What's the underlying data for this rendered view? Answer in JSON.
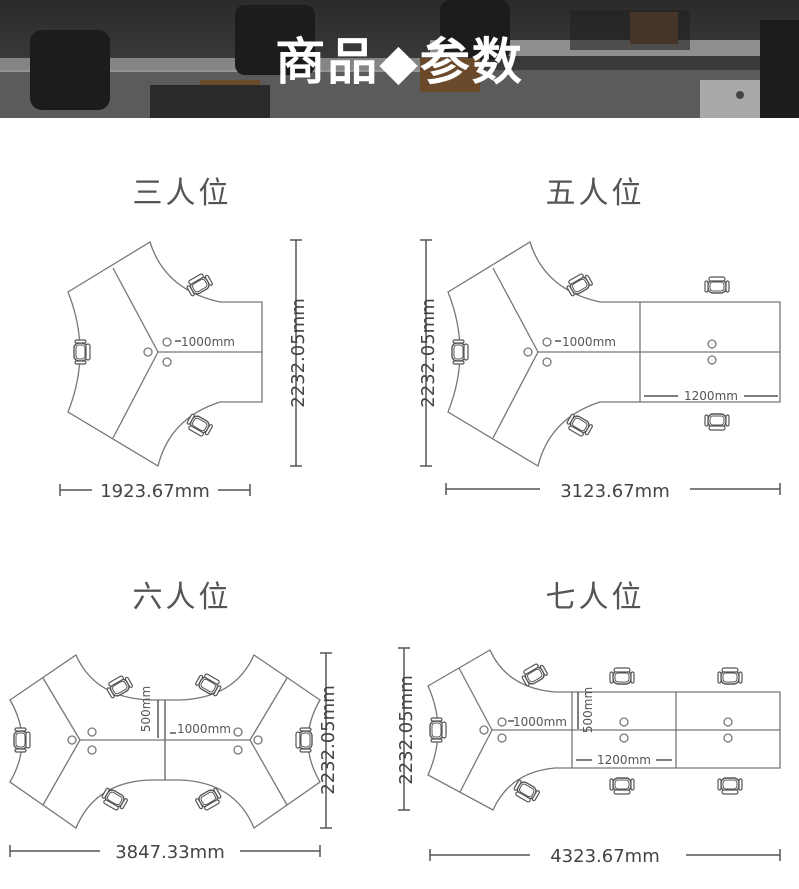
{
  "header": {
    "title": "商品◆参数"
  },
  "panels": [
    {
      "title": "三人位",
      "dims": {
        "width": "1923.67mm",
        "height": "2232.05mm",
        "inner": "1000mm"
      }
    },
    {
      "title": "五人位",
      "dims": {
        "width": "3123.67mm",
        "height": "2232.05mm",
        "inner": "1000mm",
        "desk": "1200mm"
      }
    },
    {
      "title": "六人位",
      "dims": {
        "width": "3847.33mm",
        "height": "2232.05mm",
        "inner": "1000mm",
        "side": "500mm"
      }
    },
    {
      "title": "七人位",
      "dims": {
        "width": "4323.67mm",
        "height": "2232.05mm",
        "inner": "1000mm",
        "side": "500mm",
        "desk": "1200mm"
      }
    }
  ],
  "colors": {
    "line": "#777777",
    "text": "#555555",
    "banner": "#2f2f2f"
  }
}
